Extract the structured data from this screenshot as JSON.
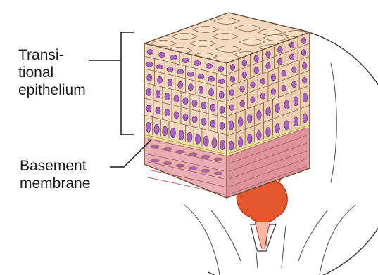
{
  "labels": {
    "transitional_epithelium": [
      "Transi-",
      "tional",
      "epithelium"
    ],
    "basement_membrane": [
      "Basement",
      "membrane"
    ]
  },
  "colors": {
    "cell_fill": "#f2d8bc",
    "cell_outline": "#8a6a52",
    "nucleus": "#a366b5",
    "nucleus_dark": "#7d3e92",
    "membrane_band": "#e9dc9a",
    "connective_tissue": "#e9aeb4",
    "bladder": "#e4572e",
    "outline": "#333333"
  }
}
